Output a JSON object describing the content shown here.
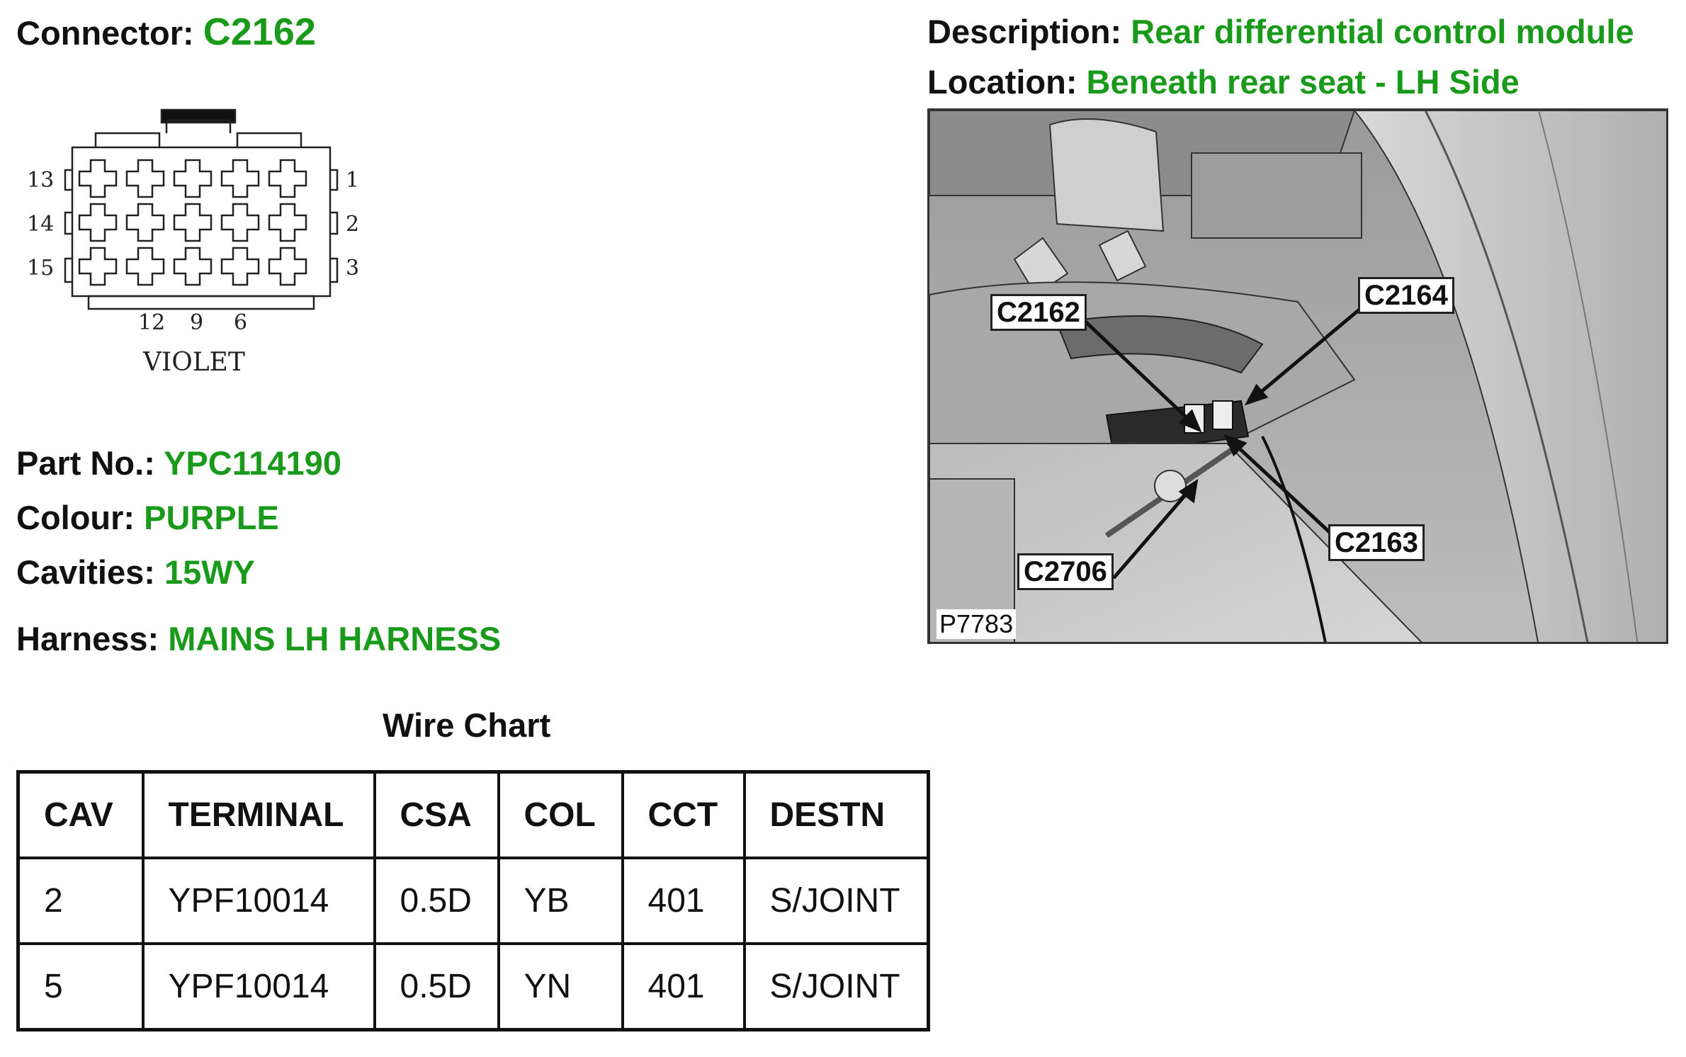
{
  "connector": {
    "label": "Connector:",
    "value": "C2162"
  },
  "description": {
    "label": "Description:",
    "value": "Rear differential control module"
  },
  "location": {
    "label": "Location:",
    "value": "Beneath rear seat - LH Side"
  },
  "part_no": {
    "label": "Part No.:",
    "value": "YPC114190"
  },
  "colour": {
    "label": "Colour:",
    "value": "PURPLE"
  },
  "cavities": {
    "label": "Cavities:",
    "value": "15WY"
  },
  "harness": {
    "label": "Harness:",
    "value": "MAINS LH HARNESS"
  },
  "diagram": {
    "pins_left": [
      "13",
      "14",
      "15"
    ],
    "pins_right": [
      "1",
      "2",
      "3"
    ],
    "pins_bottom": [
      "12",
      "9",
      "6"
    ],
    "color_label": "VIOLET"
  },
  "wire_chart": {
    "title": "Wire Chart",
    "headers": [
      "CAV",
      "TERMINAL",
      "CSA",
      "COL",
      "CCT",
      "DESTN"
    ],
    "rows": [
      [
        "2",
        "YPF10014",
        "0.5D",
        "YB",
        "401",
        "S/JOINT"
      ],
      [
        "5",
        "YPF10014",
        "0.5D",
        "YN",
        "401",
        "S/JOINT"
      ]
    ]
  },
  "photo": {
    "callouts": [
      "C2162",
      "C2164",
      "C2163",
      "C2706"
    ],
    "figure_ref": "P7783"
  }
}
